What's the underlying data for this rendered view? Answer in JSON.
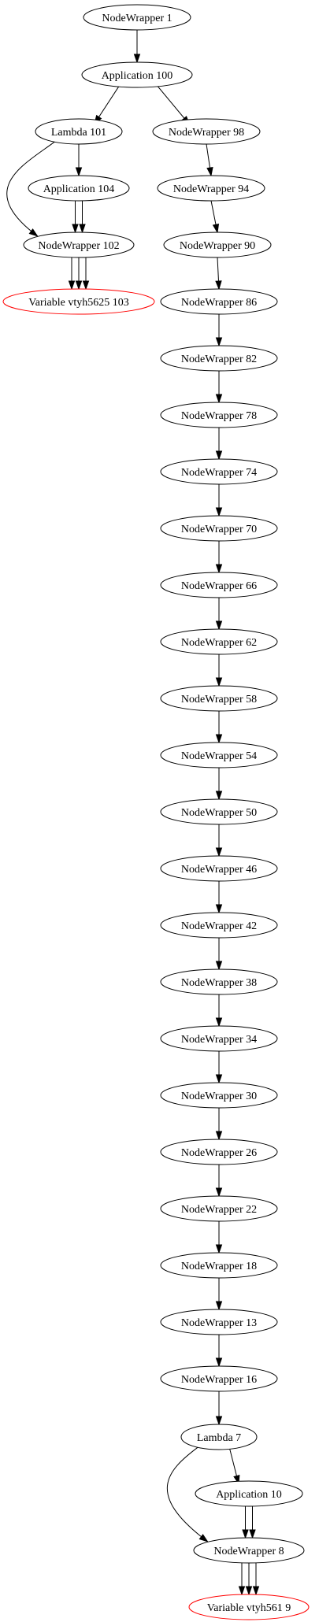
{
  "colors": {
    "default_stroke": "#000000",
    "variable_stroke": "#ff0000",
    "background": "#ffffff"
  },
  "graph": {
    "nodes": [
      {
        "id": "n1",
        "label": "NodeWrapper  1",
        "kind": "wrapper"
      },
      {
        "id": "n100",
        "label": "Application  100",
        "kind": "application"
      },
      {
        "id": "n101",
        "label": "Lambda  101",
        "kind": "lambda"
      },
      {
        "id": "n98",
        "label": "NodeWrapper  98",
        "kind": "wrapper"
      },
      {
        "id": "n104",
        "label": "Application  104",
        "kind": "application"
      },
      {
        "id": "n94",
        "label": "NodeWrapper  94",
        "kind": "wrapper"
      },
      {
        "id": "n102",
        "label": "NodeWrapper  102",
        "kind": "wrapper"
      },
      {
        "id": "n90",
        "label": "NodeWrapper  90",
        "kind": "wrapper"
      },
      {
        "id": "n103",
        "label": "Variable vtyh5625 103",
        "kind": "variable"
      },
      {
        "id": "n86",
        "label": "NodeWrapper  86",
        "kind": "wrapper"
      },
      {
        "id": "n82",
        "label": "NodeWrapper  82",
        "kind": "wrapper"
      },
      {
        "id": "n78",
        "label": "NodeWrapper  78",
        "kind": "wrapper"
      },
      {
        "id": "n74",
        "label": "NodeWrapper  74",
        "kind": "wrapper"
      },
      {
        "id": "n70",
        "label": "NodeWrapper  70",
        "kind": "wrapper"
      },
      {
        "id": "n66",
        "label": "NodeWrapper  66",
        "kind": "wrapper"
      },
      {
        "id": "n62",
        "label": "NodeWrapper  62",
        "kind": "wrapper"
      },
      {
        "id": "n58",
        "label": "NodeWrapper  58",
        "kind": "wrapper"
      },
      {
        "id": "n54",
        "label": "NodeWrapper  54",
        "kind": "wrapper"
      },
      {
        "id": "n50",
        "label": "NodeWrapper  50",
        "kind": "wrapper"
      },
      {
        "id": "n46",
        "label": "NodeWrapper  46",
        "kind": "wrapper"
      },
      {
        "id": "n42",
        "label": "NodeWrapper  42",
        "kind": "wrapper"
      },
      {
        "id": "n38",
        "label": "NodeWrapper  38",
        "kind": "wrapper"
      },
      {
        "id": "n34",
        "label": "NodeWrapper  34",
        "kind": "wrapper"
      },
      {
        "id": "n30",
        "label": "NodeWrapper  30",
        "kind": "wrapper"
      },
      {
        "id": "n26",
        "label": "NodeWrapper  26",
        "kind": "wrapper"
      },
      {
        "id": "n22",
        "label": "NodeWrapper  22",
        "kind": "wrapper"
      },
      {
        "id": "n18",
        "label": "NodeWrapper  18",
        "kind": "wrapper"
      },
      {
        "id": "n13",
        "label": "NodeWrapper  13",
        "kind": "wrapper"
      },
      {
        "id": "n16",
        "label": "NodeWrapper  16",
        "kind": "wrapper"
      },
      {
        "id": "n7",
        "label": "Lambda  7",
        "kind": "lambda"
      },
      {
        "id": "n10",
        "label": "Application  10",
        "kind": "application"
      },
      {
        "id": "n8",
        "label": "NodeWrapper  8",
        "kind": "wrapper"
      },
      {
        "id": "n9",
        "label": "Variable vtyh561 9",
        "kind": "variable"
      }
    ],
    "edges": [
      {
        "from": "n1",
        "to": "n100"
      },
      {
        "from": "n100",
        "to": "n101"
      },
      {
        "from": "n100",
        "to": "n98"
      },
      {
        "from": "n101",
        "to": "n104"
      },
      {
        "from": "n101",
        "to": "n102"
      },
      {
        "from": "n104",
        "to": "n102"
      },
      {
        "from": "n104",
        "to": "n102"
      },
      {
        "from": "n102",
        "to": "n103"
      },
      {
        "from": "n102",
        "to": "n103"
      },
      {
        "from": "n102",
        "to": "n103"
      },
      {
        "from": "n98",
        "to": "n94"
      },
      {
        "from": "n94",
        "to": "n90"
      },
      {
        "from": "n90",
        "to": "n86"
      },
      {
        "from": "n86",
        "to": "n82"
      },
      {
        "from": "n82",
        "to": "n78"
      },
      {
        "from": "n78",
        "to": "n74"
      },
      {
        "from": "n74",
        "to": "n70"
      },
      {
        "from": "n70",
        "to": "n66"
      },
      {
        "from": "n66",
        "to": "n62"
      },
      {
        "from": "n62",
        "to": "n58"
      },
      {
        "from": "n58",
        "to": "n54"
      },
      {
        "from": "n54",
        "to": "n50"
      },
      {
        "from": "n50",
        "to": "n46"
      },
      {
        "from": "n46",
        "to": "n42"
      },
      {
        "from": "n42",
        "to": "n38"
      },
      {
        "from": "n38",
        "to": "n34"
      },
      {
        "from": "n34",
        "to": "n30"
      },
      {
        "from": "n30",
        "to": "n26"
      },
      {
        "from": "n26",
        "to": "n22"
      },
      {
        "from": "n22",
        "to": "n18"
      },
      {
        "from": "n18",
        "to": "n13"
      },
      {
        "from": "n13",
        "to": "n16"
      },
      {
        "from": "n16",
        "to": "n7"
      },
      {
        "from": "n7",
        "to": "n10"
      },
      {
        "from": "n7",
        "to": "n8"
      },
      {
        "from": "n10",
        "to": "n8"
      },
      {
        "from": "n10",
        "to": "n8"
      },
      {
        "from": "n8",
        "to": "n9"
      },
      {
        "from": "n8",
        "to": "n9"
      },
      {
        "from": "n8",
        "to": "n9"
      }
    ]
  }
}
